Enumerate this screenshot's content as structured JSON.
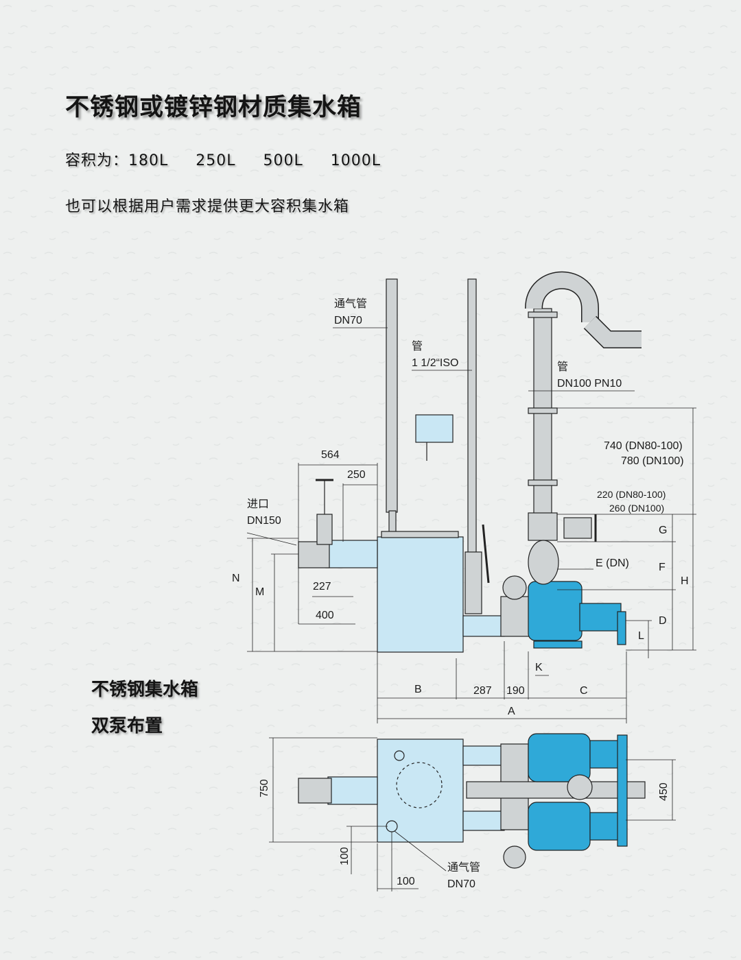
{
  "title": "不锈钢或镀锌钢材质集水箱",
  "capacity": {
    "label": "容积为：",
    "values": [
      "180L",
      "250L",
      "500L",
      "1000L"
    ]
  },
  "note": "也可以根据用户需求提供更大容积集水箱",
  "section_titles": [
    "不锈钢集水箱",
    "双泵布置"
  ],
  "callouts": {
    "vent_top_1": "通气管",
    "vent_top_2": "DN70",
    "pipe_iso_1": "管",
    "pipe_iso_2": "1 1/2“ISO",
    "pipe_dn100_1": "管",
    "pipe_dn100_2": "DN100 PN10",
    "inlet_1": "进口",
    "inlet_2": "DN150",
    "h740_1": "740 (DN80-100)",
    "h740_2": "780 (DN100)",
    "h220_1": "220 (DN80-100)",
    "h220_2": "260 (DN100)",
    "e_dn": "E (DN)",
    "vent_bottom_1": "通气管",
    "vent_bottom_2": "DN70"
  },
  "dimensions": {
    "d564": "564",
    "d250": "250",
    "d227": "227",
    "d400": "400",
    "N": "N",
    "M": "M",
    "G": "G",
    "F": "F",
    "H": "H",
    "D": "D",
    "L": "L",
    "K": "K",
    "B": "B",
    "d287": "287",
    "d190": "190",
    "C": "C",
    "A": "A",
    "d750": "750",
    "d450": "450",
    "d100v": "100",
    "d100h": "100"
  },
  "colors": {
    "tank": "#c9e7f4",
    "pump": "#2fa9d8",
    "pipe": "#cfd3d4",
    "line": "#222222"
  }
}
